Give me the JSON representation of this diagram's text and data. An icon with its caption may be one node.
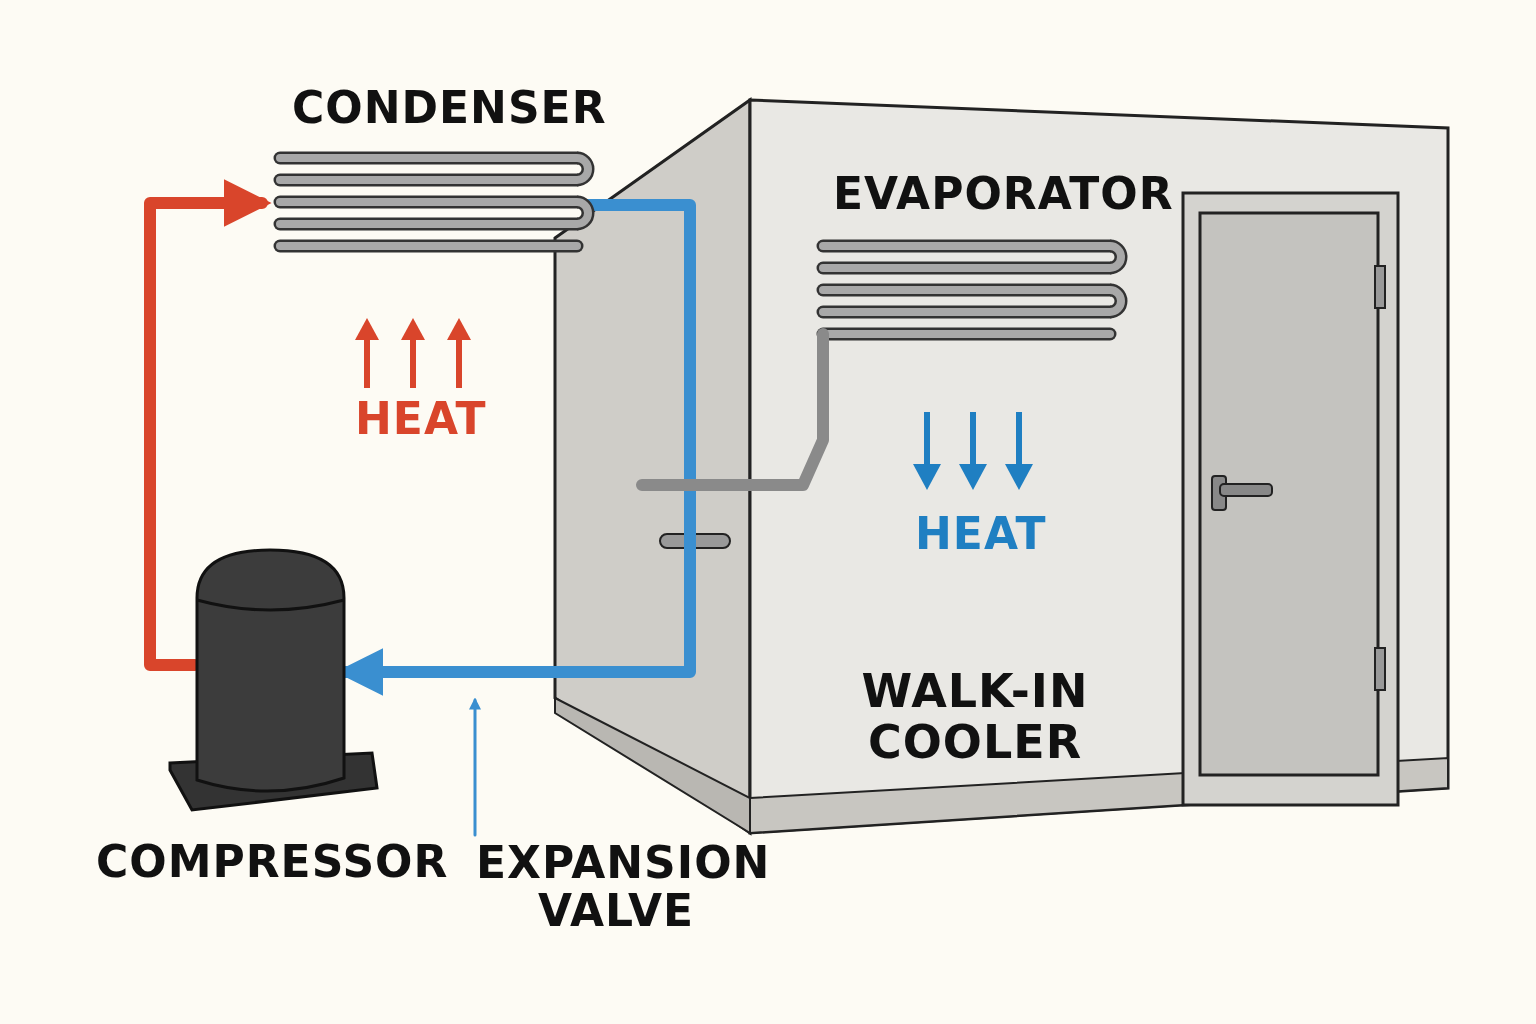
{
  "diagram": {
    "nodes": [
      {
        "text": [
          "CONDENSER"
        ]
      },
      {
        "text": [
          "WALK-IN COOLER"
        ]
      },
      {
        "text": [
          "EVAPORATOR"
        ],
        "in": 1
      },
      {
        "text": [
          "COMPRESSOR"
        ]
      },
      {
        "text": [
          "EXPANSION VALVE"
        ]
      }
    ],
    "edges": [
      {
        "from": 3,
        "to": 0,
        "arrow": "to",
        "color": "#d9452b"
      },
      {
        "from": 0,
        "to": 3,
        "arrow": "to",
        "color": "#3a8fd0"
      },
      {
        "from": 2,
        "to": null,
        "arrow": "none",
        "color": "#8a8a8a"
      },
      {
        "from": 4,
        "to": null,
        "arrow": "to",
        "color": "#3a8fd0"
      }
    ],
    "labels": [
      "HEAT",
      "HEAT"
    ]
  }
}
